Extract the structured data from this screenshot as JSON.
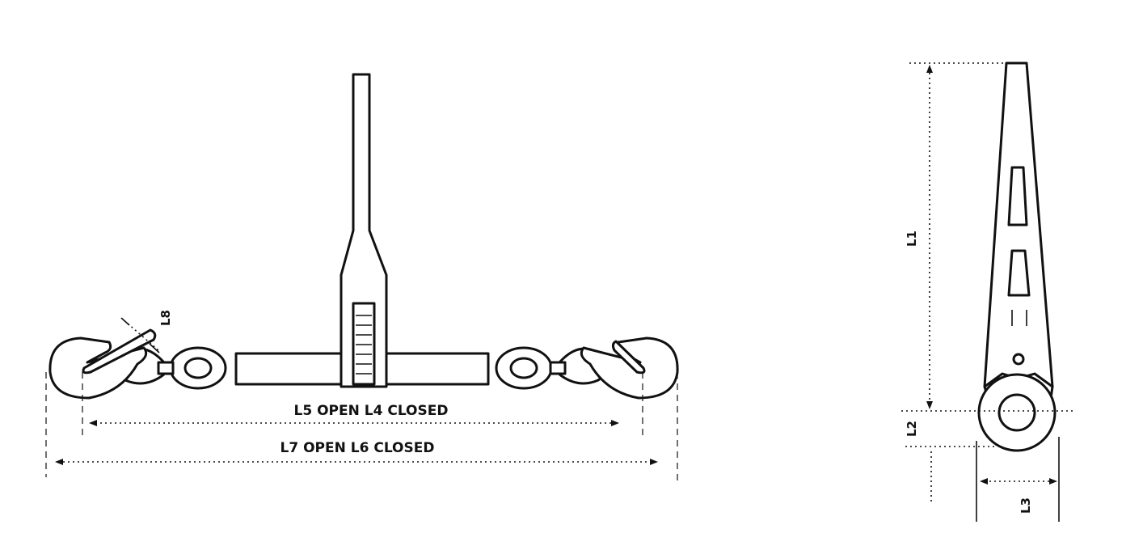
{
  "labels": {
    "l5_l4": "L5 OPEN L4 CLOSED",
    "l7_l6": "L7 OPEN L6 CLOSED",
    "l8": "L8",
    "l1": "L1",
    "l2": "L2",
    "l3": "L3"
  }
}
